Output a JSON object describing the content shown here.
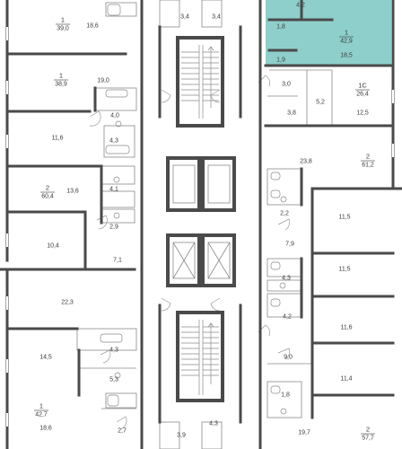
{
  "colors": {
    "wall": "#4a4a4a",
    "thin_line": "#8a8a8a",
    "door": "#9a9a9a",
    "highlight": "#8ecfcb",
    "background": "#ffffff",
    "text": "#3a3a3a"
  },
  "apartments": [
    {
      "id": "a1",
      "rooms": "1",
      "area": "39,0"
    },
    {
      "id": "a2",
      "rooms": "1",
      "area": "38,9"
    },
    {
      "id": "a3",
      "rooms": "2",
      "area": "60,4"
    },
    {
      "id": "a4",
      "rooms": "1",
      "area": "42,7"
    },
    {
      "id": "a5",
      "rooms": "1",
      "area": "42,9",
      "selected": true
    },
    {
      "id": "a6",
      "rooms": "1С",
      "area": "26,4"
    },
    {
      "id": "a7",
      "rooms": "2",
      "area": "61,2"
    },
    {
      "id": "a8",
      "rooms": "2",
      "area": "57,7"
    }
  ],
  "rooms": [
    "18,6",
    "19,0",
    "4,0",
    "11,6",
    "4,3",
    "4,1",
    "13,6",
    "2,9",
    "10,4",
    "7,1",
    "22,3",
    "14,5",
    "4,3",
    "5,3",
    "18,6",
    "2,7",
    "3,4",
    "3,4",
    "3,9",
    "4,3",
    "4,2",
    "1,8",
    "18,5",
    "1,9",
    "3,0",
    "5,2",
    "3,8",
    "12,5",
    "23,8",
    "2,2",
    "11,5",
    "7,9",
    "11,5",
    "4,3",
    "4,2",
    "11,6",
    "9,0",
    "11,4",
    "1,8",
    "19,7"
  ]
}
